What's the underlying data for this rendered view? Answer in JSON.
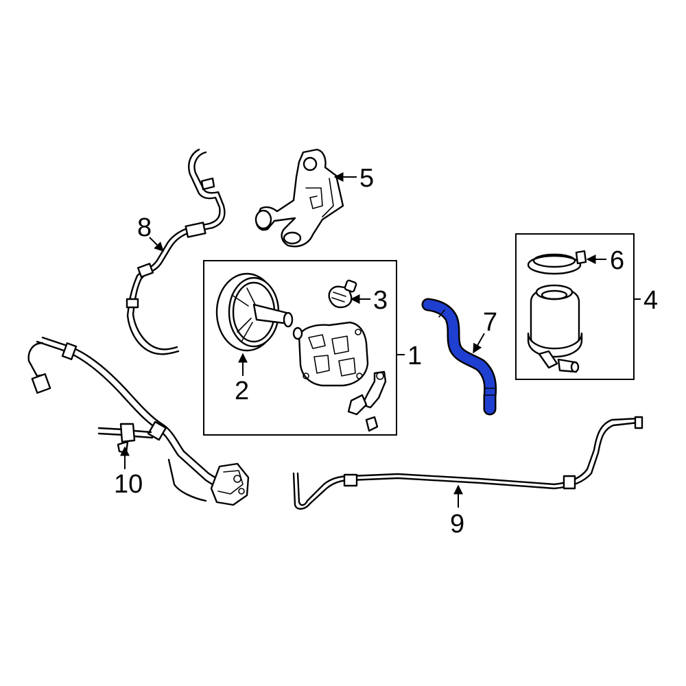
{
  "callouts": {
    "c1": "1",
    "c2": "2",
    "c3": "3",
    "c4": "4",
    "c5": "5",
    "c6": "6",
    "c7": "7",
    "c8": "8",
    "c9": "9",
    "c10": "10"
  },
  "colors": {
    "highlight": "#1f3fd1",
    "line": "#000000",
    "background": "#ffffff"
  }
}
